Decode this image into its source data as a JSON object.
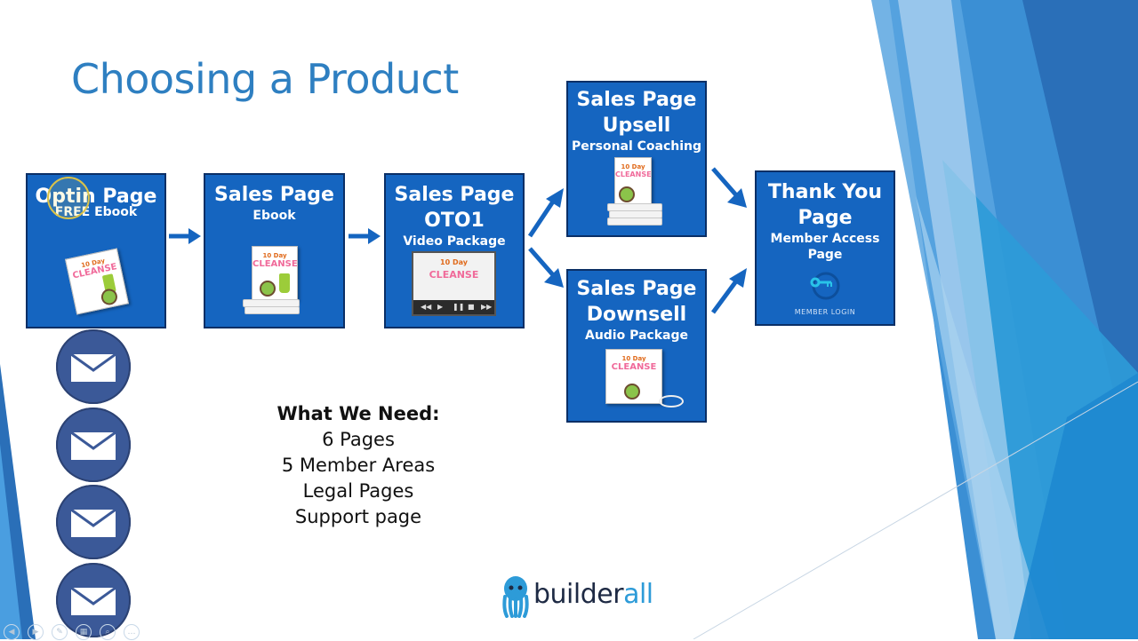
{
  "slide": {
    "title": "Choosing a Product"
  },
  "funnel": {
    "optin": {
      "heading": "Optin Page",
      "sub": "FREE Ebook"
    },
    "sales": {
      "heading": "Sales Page",
      "sub": "Ebook"
    },
    "oto1": {
      "heading_line1": "Sales Page",
      "heading_line2": "OTO1",
      "sub": "Video Package"
    },
    "upsell": {
      "heading_line1": "Sales Page",
      "heading_line2": "Upsell",
      "sub": "Personal Coaching"
    },
    "downsell": {
      "heading_line1": "Sales Page",
      "heading_line2": "Downsell",
      "sub": "Audio Package"
    },
    "thankyou": {
      "heading_line1": "Thank You",
      "heading_line2": "Page",
      "sub_line1": "Member Access",
      "sub_line2": "Page",
      "login_label": "MEMBER LOGIN"
    }
  },
  "product": {
    "book_top": "10 Day",
    "book_name": "CLEANSE"
  },
  "needs": {
    "heading": "What We Need:",
    "items": [
      "6 Pages",
      "5 Member Areas",
      "Legal Pages",
      "Support page"
    ]
  },
  "email_icons": [
    "mail-icon",
    "mail-icon",
    "mail-icon",
    "mail-icon"
  ],
  "logo": {
    "text_main": "builder",
    "text_accent": "all"
  },
  "colors": {
    "box": "#1565c0",
    "title": "#2e7fc1",
    "arrow": "#1565c0",
    "mail": "#3b5998"
  }
}
